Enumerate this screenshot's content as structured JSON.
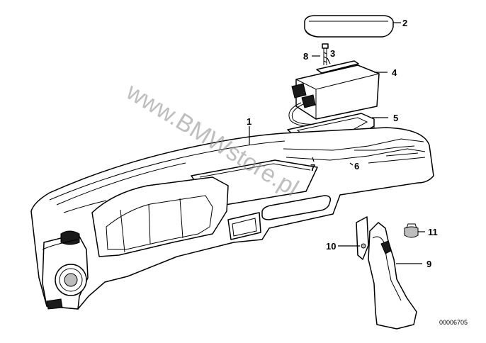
{
  "watermark": "www.BMWstore.pl",
  "document_number": "00006705",
  "callouts": {
    "c1": "1",
    "c2": "2",
    "c3": "3",
    "c4": "4",
    "c5": "5",
    "c6": "6",
    "c7": "7",
    "c8": "8",
    "c9": "9",
    "c10": "10",
    "c11": "11"
  }
}
